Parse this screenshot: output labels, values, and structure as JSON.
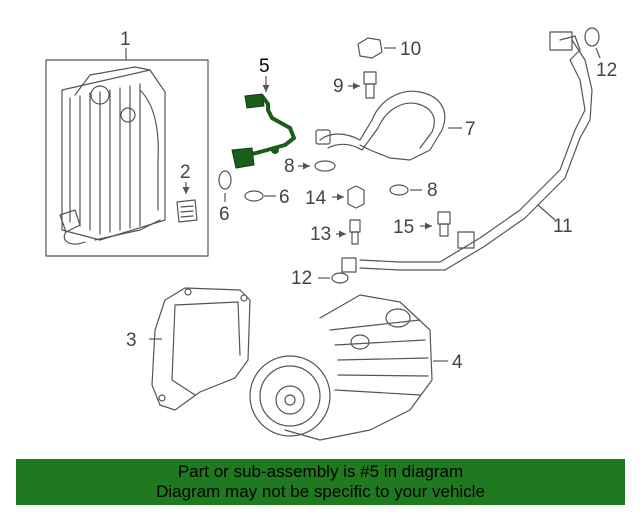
{
  "labels": {
    "p1": "1",
    "p2": "2",
    "p3": "3",
    "p4": "4",
    "p5": "5",
    "p6a": "6",
    "p6b": "6",
    "p7": "7",
    "p8a": "8",
    "p8b": "8",
    "p9": "9",
    "p10": "10",
    "p11": "11",
    "p12a": "12",
    "p12b": "12",
    "p13": "13",
    "p14": "14",
    "p15": "15"
  },
  "highlight_part": "5",
  "colors": {
    "highlight": "#1a5e1a",
    "banner": "#1f7a1f",
    "line": "#555555"
  },
  "banner": {
    "line1": "Part or sub-assembly is #5 in diagram",
    "line2": "Diagram may not be specific to your vehicle"
  }
}
